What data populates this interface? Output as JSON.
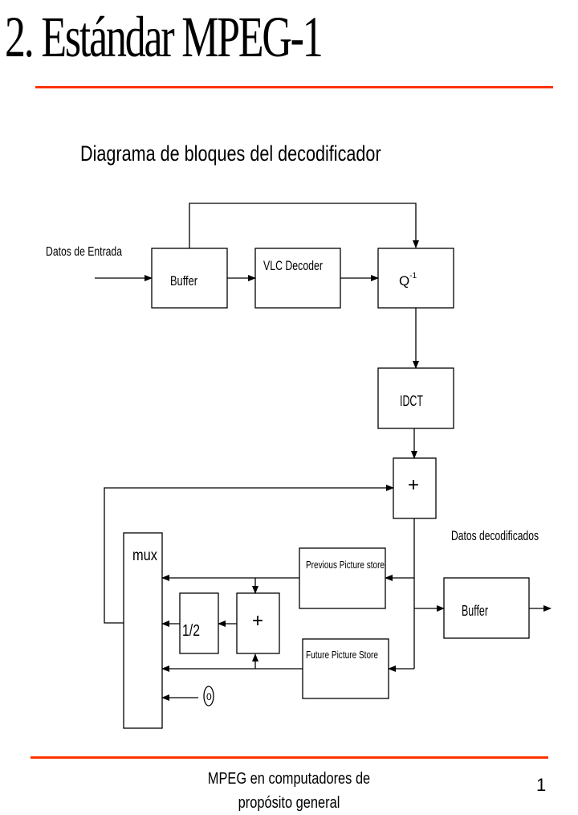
{
  "slide": {
    "title": "2. Estándar MPEG-1",
    "subtitle": "Diagrama de bloques del decodificador"
  },
  "diagram": {
    "input_label": "Datos de Entrada",
    "output_label": "Datos decodificados",
    "blocks": {
      "buffer_in": "Buffer",
      "vlc": "VLC Decoder",
      "q_base": "Q",
      "q_sup": "-1",
      "idct": "IDCT",
      "adder_top": "+",
      "mux": "mux",
      "prev": "Previous Picture store",
      "future": "Future Picture Store",
      "half": "1/2",
      "adder_mid": "+",
      "buffer_out": "Buffer",
      "zero": "0"
    },
    "colors": {
      "line": "#000000",
      "rule": "#ff3300"
    }
  },
  "footer": {
    "line1": "MPEG en computadores de",
    "line2": "propósito general",
    "page": "1"
  }
}
